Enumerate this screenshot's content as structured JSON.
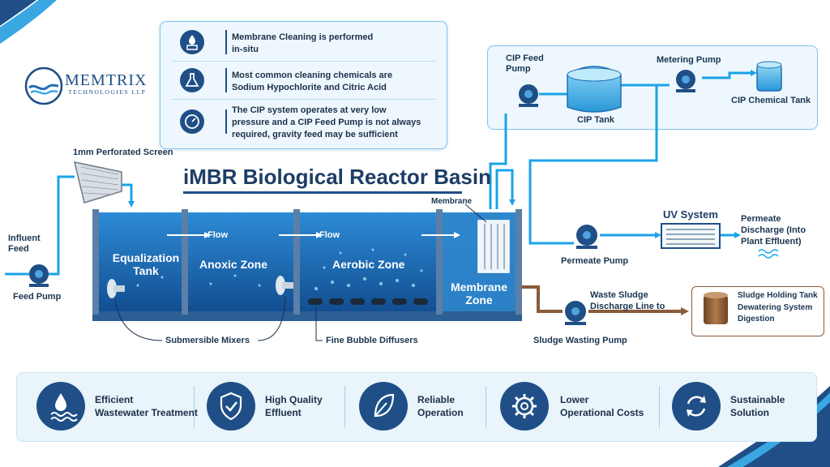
{
  "brand": {
    "name": "MEMTRIX",
    "sub": "TECHNOLOGIES LLP"
  },
  "title": "iMBR Biological Reactor Basin",
  "info": [
    {
      "icon": "membrane-cleaning-icon",
      "line1": "Membrane Cleaning is performed",
      "line2": "in-situ",
      "line3": ""
    },
    {
      "icon": "chemical-flask-icon",
      "line1": "Most common cleaning chemicals are",
      "line2": "Sodium Hypochlorite and Citric Acid",
      "line3": ""
    },
    {
      "icon": "pressure-gauge-icon",
      "line1": "The CIP system operates at very low",
      "line2": "pressure and a CIP Feed Pump is not always",
      "line3": "required, gravity feed may be sufficient"
    }
  ],
  "cip": {
    "feed_pump_1": "CIP Feed",
    "feed_pump_2": "Pump",
    "tank": "CIP Tank",
    "metering_pump": "Metering Pump",
    "chemical_tank": "CIP Chemical Tank"
  },
  "labels": {
    "screen": "1mm Perforated Screen",
    "influent_1": "Influent",
    "influent_2": "Feed",
    "feed_pump": "Feed Pump",
    "membrane": "Membrane",
    "flow1": "Flow",
    "flow2": "Flow",
    "eq_1": "Equalization",
    "eq_2": "Tank",
    "anoxic": "Anoxic Zone",
    "aerobic": "Aerobic Zone",
    "mz_1": "Membrane",
    "mz_2": "Zone",
    "mixers": "Submersible Mixers",
    "diffusers": "Fine Bubble Diffusers",
    "permeate_pump": "Permeate Pump",
    "uv": "UV System",
    "discharge_1": "Permeate",
    "discharge_2": "Discharge (Into",
    "discharge_3": "Plant Effluent)",
    "waste_1": "Waste Sludge",
    "waste_2": "Discharge Line to",
    "sludge_pump": "Sludge Wasting Pump",
    "sludge_1": "Sludge Holding Tank",
    "sludge_2": "Dewatering System",
    "sludge_3": "Digestion"
  },
  "features": [
    {
      "icon": "water-drop-icon",
      "l1": "Efficient",
      "l2": "Wastewater Treatment"
    },
    {
      "icon": "shield-check-icon",
      "l1": "High Quality",
      "l2": "Effluent"
    },
    {
      "icon": "leaf-icon",
      "l1": "Reliable",
      "l2": "Operation"
    },
    {
      "icon": "gear-icon",
      "l1": "Lower",
      "l2": "Operational Costs"
    },
    {
      "icon": "recycle-icon",
      "l1": "Sustainable",
      "l2": "Solution"
    }
  ],
  "colors": {
    "navy": "#1f4f86",
    "pipe": "#1aa3e8",
    "sludge": "#8a5a3a",
    "water": "#1e6fb8"
  }
}
